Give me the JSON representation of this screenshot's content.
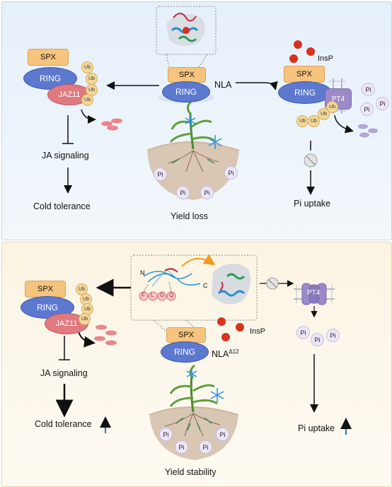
{
  "top": {
    "nla_label": "NLA",
    "spx": "SPX",
    "ring": "RING",
    "jaz11": "JAZ11",
    "ub": "Ub",
    "insp": "InsP",
    "pt4": "PT4",
    "pi": "Pi",
    "ja_signaling": "JA signaling",
    "cold_tolerance": "Cold tolerance",
    "pi_uptake": "Pi uptake",
    "yield_label": "Yield loss"
  },
  "bottom": {
    "nla_label": "NLA",
    "nla_superscript": "Δ12",
    "spx": "SPX",
    "ring": "RING",
    "jaz11": "JAZ11",
    "ub": "Ub",
    "insp": "InsP",
    "pt4": "PT4",
    "pi": "Pi",
    "ja_signaling": "JA signaling",
    "cold_tolerance": "Cold tolerance",
    "pi_uptake": "Pi uptake",
    "yield_label": "Yield stability",
    "motif_n": "N",
    "motif_c": "C",
    "motif_residues": [
      "F",
      "L",
      "G",
      "Q"
    ]
  },
  "colors": {
    "top_bg": "#e6f0fb",
    "bottom_bg": "#fbf4e2",
    "spx": "#f6c47e",
    "ring": "#5c78cf",
    "jaz11": "#e07a80",
    "pt4": "#9c8ac8",
    "insp": "#d8321f",
    "up_arrow": "#1f78c8"
  }
}
